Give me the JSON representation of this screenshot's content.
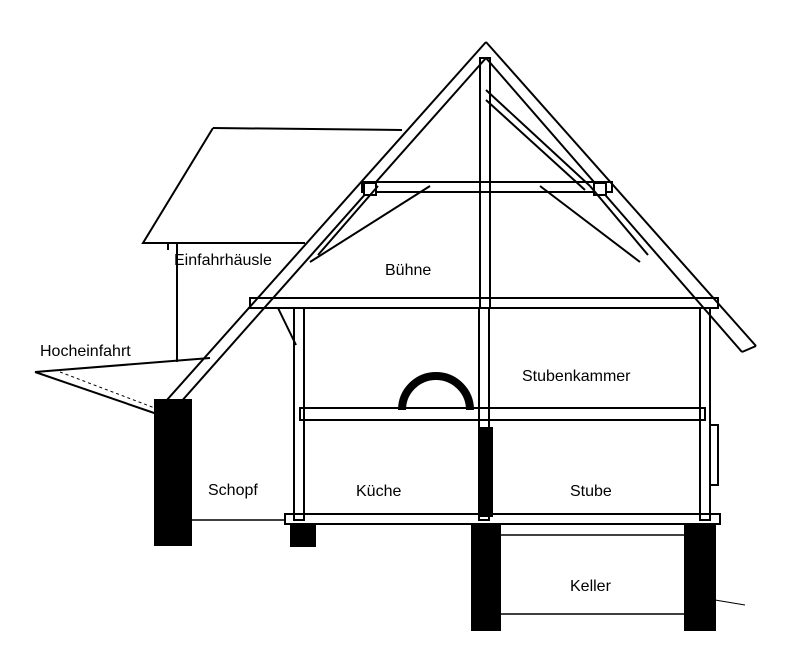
{
  "title": "Building cross-section",
  "labels": {
    "einfahrhaeusle": "Einfahrhäusle",
    "buehne": "Bühne",
    "hocheinfahrt": "Hocheinfahrt",
    "stubenkammer": "Stubenkammer",
    "schopf": "Schopf",
    "kueche": "Küche",
    "stube": "Stube",
    "keller": "Keller"
  },
  "colors": {
    "ink": "#000000",
    "paper": "#ffffff"
  }
}
